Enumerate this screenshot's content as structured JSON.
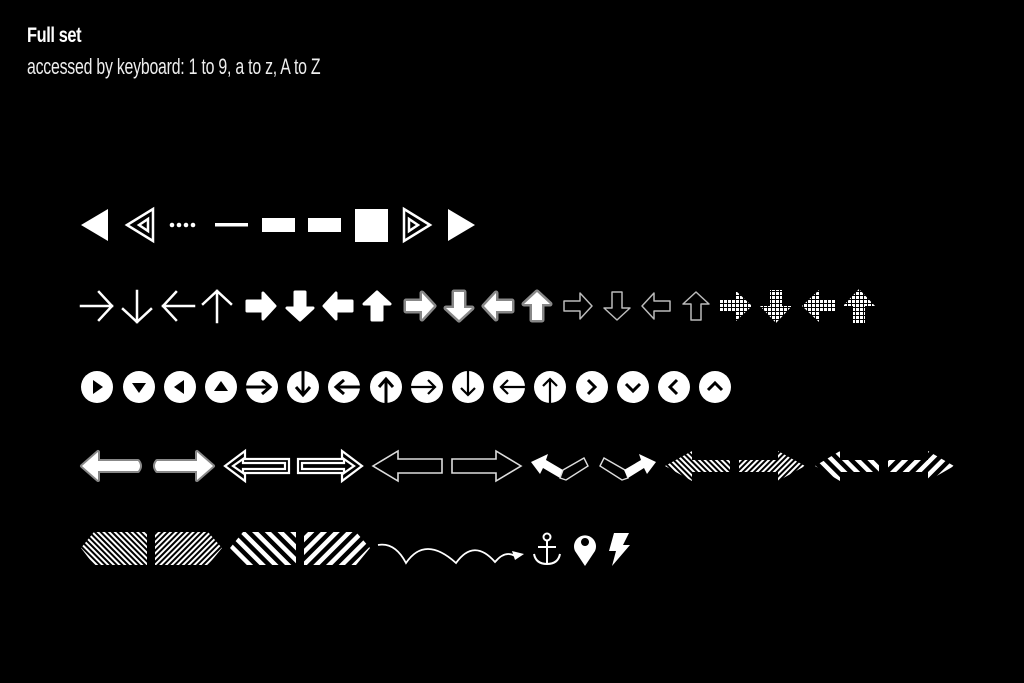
{
  "header": {
    "title": "Full set",
    "subtitle": "accessed by keyboard: 1 to 9, a to z, A to Z"
  },
  "colors": {
    "background": "#000000",
    "foreground": "#ffffff",
    "outline_gray": "#888888"
  },
  "rows": [
    {
      "name": "row-1-basic-shapes",
      "glyphs": [
        "triangle-left-icon",
        "triangle-left-outline-icon",
        "dotted-line-icon",
        "thin-line-icon",
        "bar-icon",
        "bar-icon",
        "square-icon",
        "triangle-right-outline-icon",
        "triangle-right-icon"
      ]
    },
    {
      "name": "row-2-arrows",
      "glyphs": [
        "arrow-right-thin-icon",
        "arrow-down-thin-icon",
        "arrow-left-thin-icon",
        "arrow-up-thin-icon",
        "arrow-right-bold-icon",
        "arrow-down-bold-icon",
        "arrow-left-bold-icon",
        "arrow-up-bold-icon",
        "arrow-right-bold-outlined-icon",
        "arrow-down-bold-outlined-icon",
        "arrow-left-bold-outlined-icon",
        "arrow-up-bold-outlined-icon",
        "arrow-right-outline-icon",
        "arrow-down-outline-icon",
        "arrow-left-outline-icon",
        "arrow-up-outline-icon",
        "arrow-right-dotted-icon",
        "arrow-down-dotted-icon",
        "arrow-left-dotted-icon",
        "arrow-up-dotted-icon"
      ]
    },
    {
      "name": "row-3-circle-buttons",
      "glyphs": [
        "circle-play-right-icon",
        "circle-play-down-icon",
        "circle-play-left-icon",
        "circle-play-up-icon",
        "circle-arrow-right-icon",
        "circle-arrow-down-icon",
        "circle-arrow-left-icon",
        "circle-arrow-up-icon",
        "circle-arrow-right-thin-icon",
        "circle-arrow-down-thin-icon",
        "circle-arrow-left-thin-icon",
        "circle-arrow-up-thin-icon",
        "circle-chevron-right-icon",
        "circle-chevron-down-icon",
        "circle-chevron-left-icon",
        "circle-chevron-up-icon"
      ]
    },
    {
      "name": "row-4-long-arrows",
      "glyphs": [
        "long-arrow-left-rounded-icon",
        "long-arrow-right-rounded-icon",
        "long-arrow-left-double-outline-icon",
        "long-arrow-right-double-outline-icon",
        "long-arrow-left-outline-icon",
        "long-arrow-right-outline-icon",
        "bent-arrow-up-left-icon",
        "bent-arrow-up-right-icon",
        "long-arrow-left-hatched-fine-icon",
        "long-arrow-right-hatched-fine-icon",
        "long-arrow-left-hatched-bold-icon",
        "long-arrow-right-hatched-bold-icon"
      ]
    },
    {
      "name": "row-5-misc",
      "glyphs": [
        "hex-tab-left-hatched-fine-icon",
        "hex-tab-right-hatched-fine-icon",
        "hex-tab-left-hatched-bold-icon",
        "hex-tab-right-hatched-bold-icon",
        "bouncing-arrow-icon",
        "anchor-icon",
        "map-pin-icon",
        "lightning-bolt-icon"
      ]
    }
  ]
}
